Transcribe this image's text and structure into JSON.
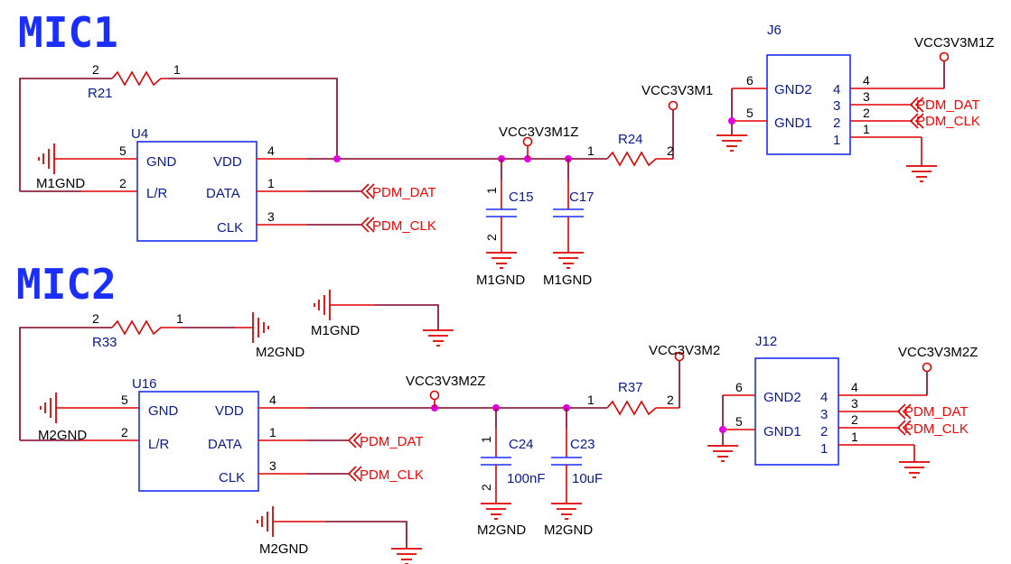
{
  "diagram": {
    "titles": {
      "mic1": "MIC1",
      "mic2": "MIC2"
    },
    "mic1": {
      "u4": {
        "ref": "U4",
        "pins": {
          "gnd": "GND",
          "lr": "L/R",
          "vdd": "VDD",
          "data": "DATA",
          "clk": "CLK"
        },
        "pin_numbers": {
          "gnd": "5",
          "lr": "2",
          "vdd": "4",
          "data": "1",
          "clk": "3"
        }
      },
      "r21": {
        "ref": "R21",
        "pin1": "1",
        "pin2": "2"
      },
      "r24": {
        "ref": "R24",
        "pin1": "1",
        "pin2": "2"
      },
      "c15": {
        "ref": "C15",
        "pin1": "1",
        "pin2": "2"
      },
      "c17": {
        "ref": "C17"
      },
      "j6": {
        "ref": "J6",
        "gnd2": "GND2",
        "gnd1": "GND1",
        "p6": "6",
        "p5": "5",
        "inner": [
          "4",
          "3",
          "2",
          "1"
        ],
        "outer": [
          "4",
          "3",
          "2",
          "1"
        ]
      },
      "nets": {
        "m1gnd": "M1GND",
        "vcc_m1": "VCC3V3M1",
        "vcc_m1z": "VCC3V3M1Z",
        "pdm_dat": "PDM_DAT",
        "pdm_clk": "PDM_CLK"
      }
    },
    "mic2": {
      "u16": {
        "ref": "U16",
        "pins": {
          "gnd": "GND",
          "lr": "L/R",
          "vdd": "VDD",
          "data": "DATA",
          "clk": "CLK"
        },
        "pin_numbers": {
          "gnd": "5",
          "lr": "2",
          "vdd": "4",
          "data": "1",
          "clk": "3"
        }
      },
      "r33": {
        "ref": "R33",
        "pin1": "1",
        "pin2": "2"
      },
      "r37": {
        "ref": "R37",
        "pin1": "1",
        "pin2": "2"
      },
      "c24": {
        "ref": "C24",
        "value": "100nF",
        "pin1": "1",
        "pin2": "2"
      },
      "c23": {
        "ref": "C23",
        "value": "10uF"
      },
      "j12": {
        "ref": "J12",
        "gnd2": "GND2",
        "gnd1": "GND1",
        "p6": "6",
        "p5": "5",
        "inner": [
          "4",
          "3",
          "2",
          "1"
        ],
        "outer": [
          "4",
          "3",
          "2",
          "1"
        ]
      },
      "nets": {
        "m1gnd": "M1GND",
        "m2gnd": "M2GND",
        "vcc_m2": "VCC3V3M2",
        "vcc_m2z": "VCC3V3M2Z",
        "pdm_dat": "PDM_DAT",
        "pdm_clk": "PDM_CLK"
      }
    }
  }
}
